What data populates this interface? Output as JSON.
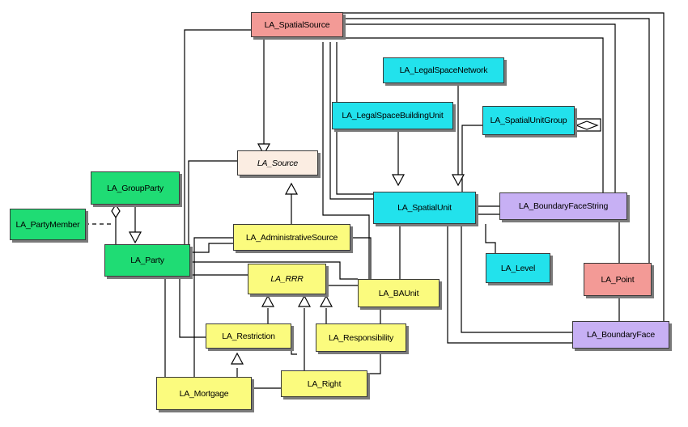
{
  "colors": {
    "red": "#f39a96",
    "cyan": "#22e2ec",
    "purple": "#c7b0f4",
    "beige": "#fbede2",
    "green": "#1fdc74",
    "yellow": "#fbfb7e",
    "line": "#000000",
    "shadow": "#7a7a7a"
  },
  "classes": {
    "spatial_source": "LA_SpatialSource",
    "legal_space_network": "LA_LegalSpaceNetwork",
    "legal_space_building_unit": "LA_LegalSpaceBuildingUnit",
    "spatial_unit_group": "LA_SpatialUnitGroup",
    "source": "LA_Source",
    "group_party": "LA_GroupParty",
    "spatial_unit": "LA_SpatialUnit",
    "boundary_face_string": "LA_BoundaryFaceString",
    "party_member": "LA_PartyMember",
    "administrative_source": "LA_AdministrativeSource",
    "party": "LA_Party",
    "level": "LA_Level",
    "rrr": "LA_RRR",
    "point": "LA_Point",
    "ba_unit": "LA_BAUnit",
    "restriction": "LA_Restriction",
    "responsibility": "LA_Responsibility",
    "boundary_face": "LA_BoundaryFace",
    "right": "LA_Right",
    "mortgage": "LA_Mortgage"
  }
}
